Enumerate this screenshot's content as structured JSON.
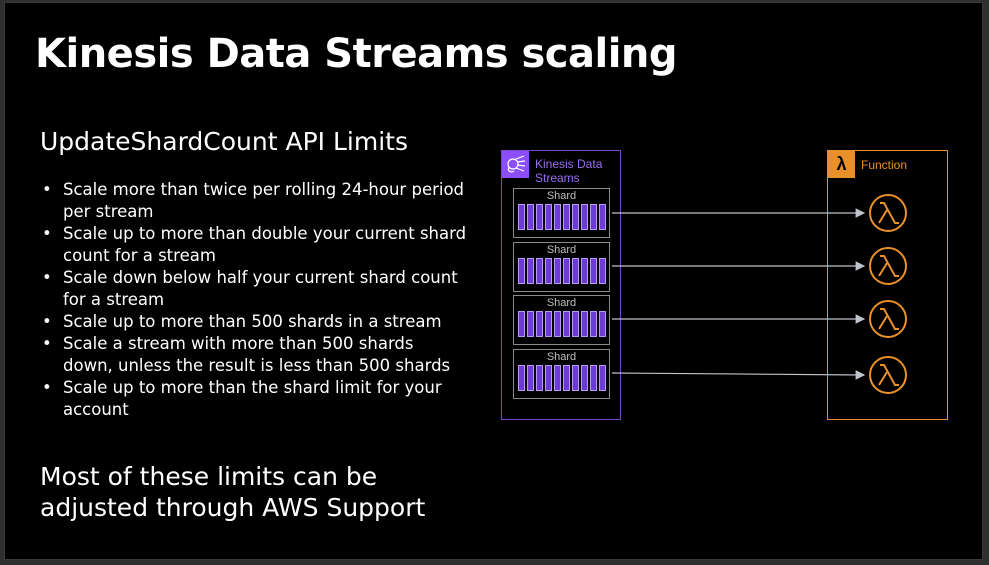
{
  "slide": {
    "title": "Kinesis Data Streams scaling",
    "subtitle": "UpdateShardCount API Limits",
    "bullets": [
      "Scale more than twice per rolling 24-hour period per stream",
      "Scale up to more than double your current shard count for a stream",
      "Scale down below half your current shard count for a stream",
      "Scale up to more than 500 shards in a stream",
      "Scale a stream with more than 500 shards down, unless the result is less than 500 shards",
      "Scale up to more than the shard limit for your account"
    ],
    "footer": "Most of these limits can be adjusted through AWS Support"
  },
  "diagram": {
    "kinesis_label": "Kinesis Data Streams",
    "function_label": "Function",
    "shard_label": "Shard",
    "shards": [
      "Shard",
      "Shard",
      "Shard",
      "Shard"
    ],
    "colors": {
      "kinesis": "#8c4fff",
      "function": "#e8912a",
      "arrow": "#bfc3cc"
    },
    "icons": {
      "kinesis": "kinesis-streams-icon",
      "function": "lambda-icon"
    }
  }
}
